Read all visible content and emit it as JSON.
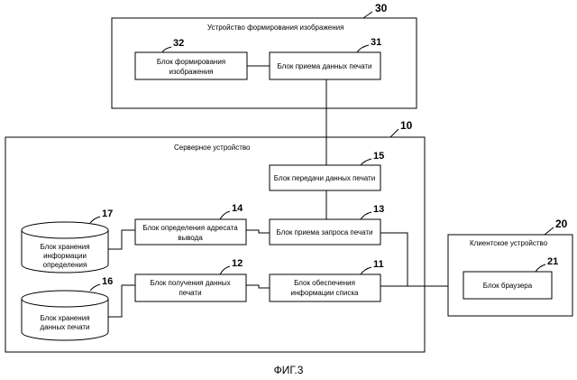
{
  "figure": {
    "caption": "ФИГ.3"
  },
  "image_forming_device": {
    "ref": "30",
    "title": "Устройство формирования изображения",
    "image_forming_block": {
      "ref": "32",
      "line1": "Блок формирования",
      "line2": "изображения"
    },
    "print_data_receiving_block": {
      "ref": "31",
      "label": "Блок приема данных печати"
    }
  },
  "server_device": {
    "ref": "10",
    "title": "Серверное устройство",
    "print_data_transmitting_block": {
      "ref": "15",
      "label": "Блок передачи данных печати"
    },
    "print_request_receiving_block": {
      "ref": "13",
      "label": "Блок приема запроса печати"
    },
    "list_info_providing_block": {
      "ref": "11",
      "line1": "Блок обеспечения",
      "line2": "информации списка"
    },
    "output_destination_block": {
      "ref": "14",
      "line1": "Блок определения адресата",
      "line2": "вывода"
    },
    "print_data_obtaining_block": {
      "ref": "12",
      "line1": "Блок получения данных",
      "line2": "печати"
    },
    "definition_info_storage": {
      "ref": "17",
      "line1": "Блок хранения",
      "line2": "информации",
      "line3": "определения"
    },
    "print_data_storage": {
      "ref": "16",
      "line1": "Блок хранения",
      "line2": "данных печати"
    }
  },
  "client_device": {
    "ref": "20",
    "title": "Клиентское устройство",
    "browser_block": {
      "ref": "21",
      "label": "Блок браузера"
    }
  }
}
